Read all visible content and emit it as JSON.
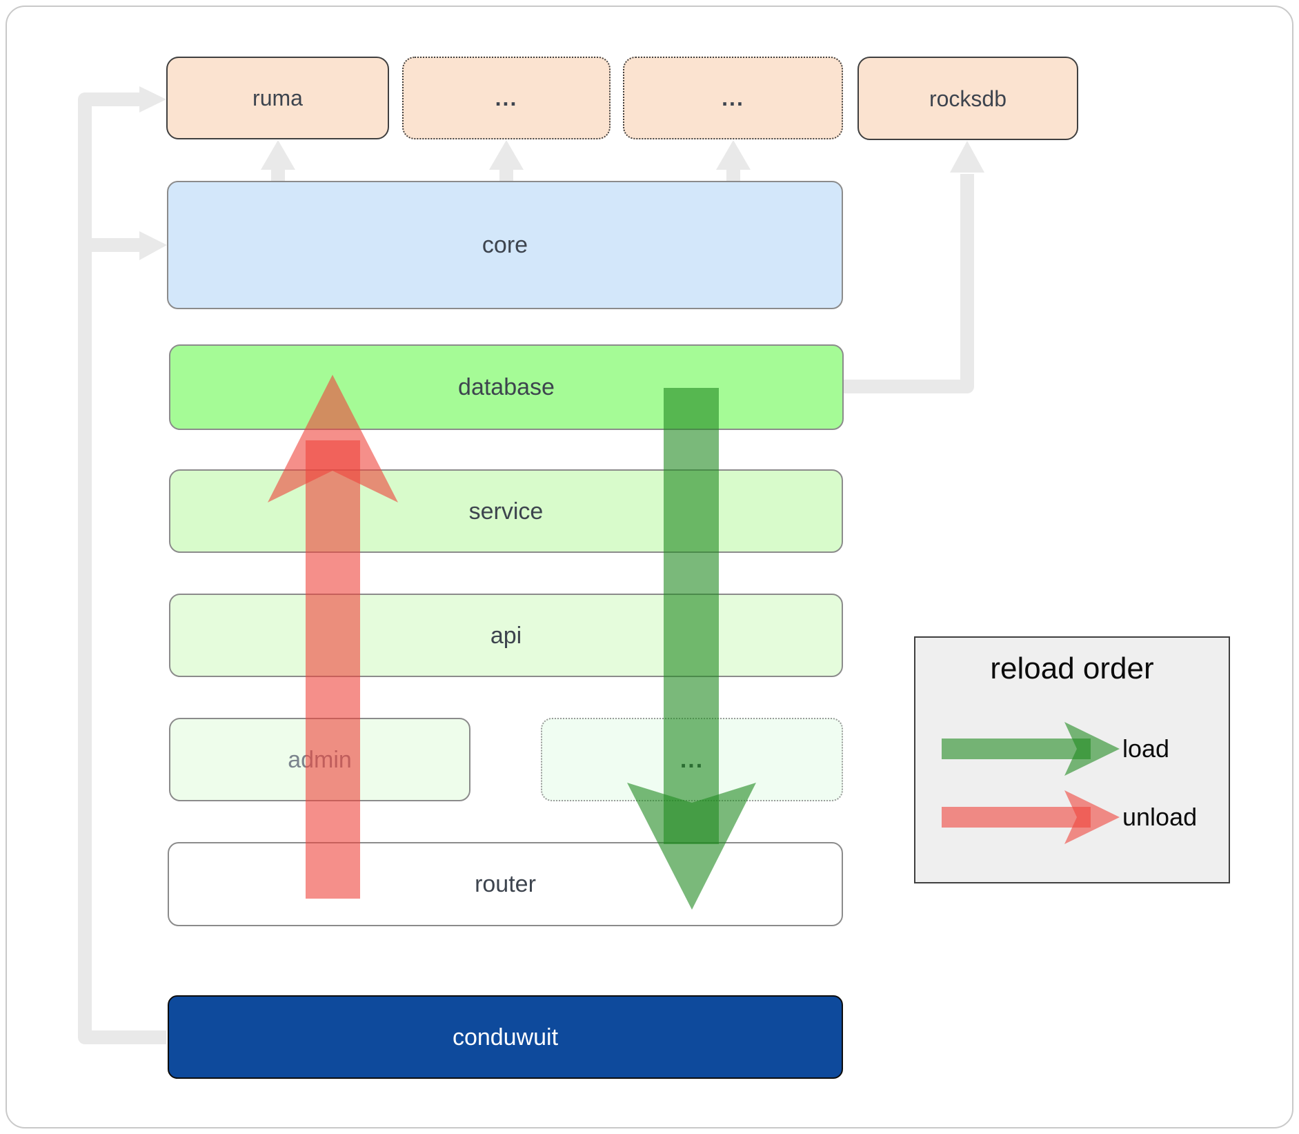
{
  "nodes": {
    "ruma": {
      "label": "ruma"
    },
    "ellipsis_top_left": {
      "label": "..."
    },
    "ellipsis_top_right": {
      "label": "..."
    },
    "rocksdb": {
      "label": "rocksdb"
    },
    "core": {
      "label": "core"
    },
    "database": {
      "label": "database"
    },
    "service": {
      "label": "service"
    },
    "api": {
      "label": "api"
    },
    "admin": {
      "label": "admin"
    },
    "ellipsis_admin_row": {
      "label": "..."
    },
    "router": {
      "label": "router"
    },
    "conduwuit": {
      "label": "conduwuit"
    }
  },
  "legend": {
    "title": "reload order",
    "load_label": "load",
    "unload_label": "unload"
  },
  "colors": {
    "peach": "#fbe3d0",
    "core_blue": "#d3e7fa",
    "database_green": "#a5fb96",
    "service_green": "#d8fbcb",
    "api_green": "#e5fcdc",
    "admin_green": "#eefdeb",
    "ellipsis_row_green": "#f0fdf2",
    "router_white": "#ffffff",
    "conduwuit_navy": "#0e4a9c",
    "conduwuit_text": "#ffffff",
    "connector_gray": "#e9e9e9",
    "load_green": "#228b22",
    "unload_red": "#ef443c",
    "label_dark": "#3d444e",
    "admin_label_gray": "#7b848d",
    "legend_bg": "#efefef"
  }
}
